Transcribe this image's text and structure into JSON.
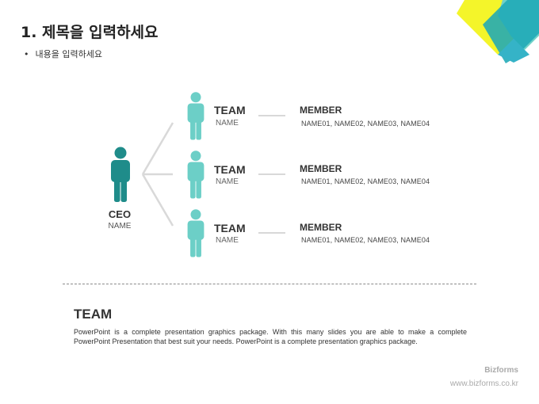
{
  "header": {
    "title": "1. 제목을 입력하세요",
    "bullet": "내용을 입력하세요"
  },
  "icons": {
    "bullet": "bullet-dot-icon",
    "person": "person-icon"
  },
  "colors": {
    "ceo_person": "#1f8c8a",
    "team_person": "#6ccfc7",
    "connector": "#d9d9d9",
    "deco_yellow": "#f4f52a",
    "deco_teal": "#35b3c7",
    "deco_mint": "#6fd1c8"
  },
  "org": {
    "ceo": {
      "label": "CEO",
      "name": "NAME"
    },
    "teams": [
      {
        "label": "TEAM",
        "name": "NAME",
        "member_label": "MEMBER",
        "member_names": "NAME01,  NAME02,  NAME03,  NAME04"
      },
      {
        "label": "TEAM",
        "name": "NAME",
        "member_label": "MEMBER",
        "member_names": "NAME01,  NAME02,  NAME03,  NAME04"
      },
      {
        "label": "TEAM",
        "name": "NAME",
        "member_label": "MEMBER",
        "member_names": "NAME01,  NAME02,  NAME03,  NAME04"
      }
    ]
  },
  "section": {
    "title": "TEAM",
    "description": " PowerPoint is a complete  presentation  graphics package. With this many slides you are able to make a complete PowerPoint  Presentation  that  best suit your needs. PowerPoint  is a complete  presentation  graphics package."
  },
  "footer": {
    "brand": "Bizforms",
    "url": "www.bizforms.co.kr"
  }
}
